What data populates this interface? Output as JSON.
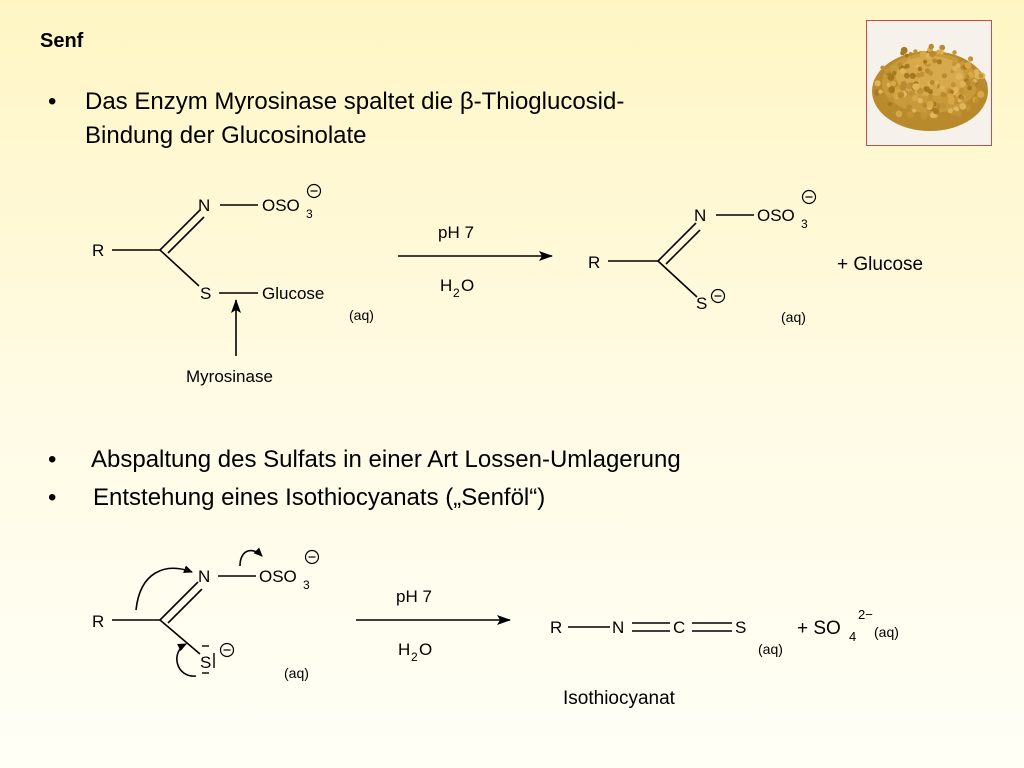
{
  "title": "Senf",
  "bullets": [
    {
      "line1": "Das Enzym Myrosinase spaltet die β-Thioglucosid-",
      "line2": "Bindung der Glucosinolate"
    },
    {
      "text": "Abspaltung des Sulfats in einer Art Lossen-Umlagerung"
    },
    {
      "text": "Entstehung eines Isothiocyanats („Senföl“)"
    }
  ],
  "bullet_symbol": "•",
  "image": {
    "description_icon": "mustard-seeds-photo"
  },
  "scheme1": {
    "reactant": {
      "r": "R",
      "n": "N",
      "oso": "OSO",
      "sub3": "3",
      "s": "S",
      "glucose": "Glucose",
      "aq": "(aq)",
      "enzyme": "Myrosinase"
    },
    "conditions": {
      "ph": "pH 7",
      "h": "H",
      "sub2": "2",
      "o": "O"
    },
    "product": {
      "r": "R",
      "n": "N",
      "oso": "OSO",
      "sub3": "3",
      "s": "S",
      "aq": "(aq)"
    },
    "byproduct": "+ Glucose"
  },
  "scheme2": {
    "reactant": {
      "r": "R",
      "n": "N",
      "oso": "OSO",
      "sub3": "3",
      "s": "S",
      "aq": "(aq)"
    },
    "conditions": {
      "ph": "pH 7",
      "h": "H",
      "sub2": "2",
      "o": "O"
    },
    "product": {
      "r": "R",
      "n": "N",
      "c": "C",
      "s": "S",
      "aq": "(aq)",
      "name": "Isothiocyanat"
    },
    "byproduct": {
      "plus_so": "+ SO",
      "sub4": "4",
      "charge": "2−",
      "aq": "(aq)"
    }
  },
  "symbols": {
    "minus": "−"
  },
  "colors": {
    "background_top": "#fff6c4",
    "photo_border": "#c0504d",
    "text": "#000000"
  }
}
